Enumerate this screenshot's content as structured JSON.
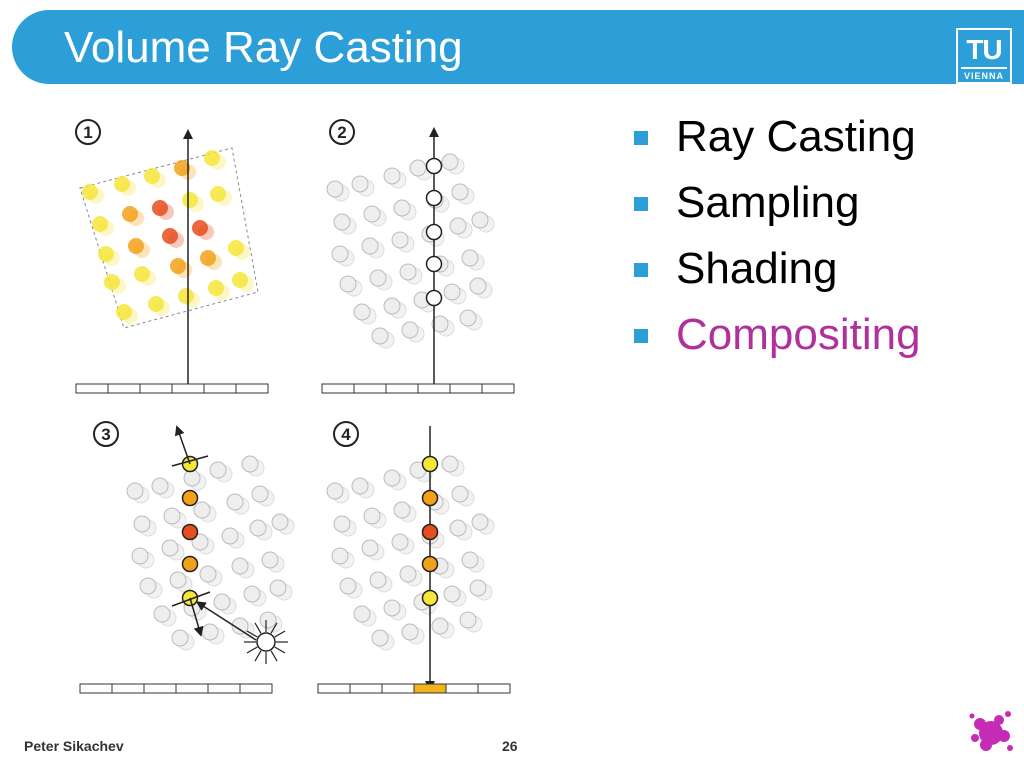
{
  "slide": {
    "title": "Volume Ray Casting",
    "logo": {
      "main": "TU",
      "sub": "VIENNA"
    },
    "bullets": [
      {
        "label": "Ray Casting",
        "highlight": false
      },
      {
        "label": "Sampling",
        "highlight": false
      },
      {
        "label": "Shading",
        "highlight": false
      },
      {
        "label": "Compositing",
        "highlight": true
      }
    ],
    "steps": [
      "1",
      "2",
      "3",
      "4"
    ],
    "footer": {
      "author": "Peter Sikachev",
      "page": "26"
    }
  },
  "colors": {
    "title_bar": "#2c9fd8",
    "bullet_marker": "#2c9fd8",
    "highlight": "#b0309c",
    "sample_low": "#f5e63c",
    "sample_mid": "#f2a11a",
    "sample_high": "#e84d1e",
    "pixel_result": "#f2b41a"
  },
  "icons": [
    "tu-vienna-logo",
    "light-source-icon",
    "paint-splat-icon"
  ]
}
